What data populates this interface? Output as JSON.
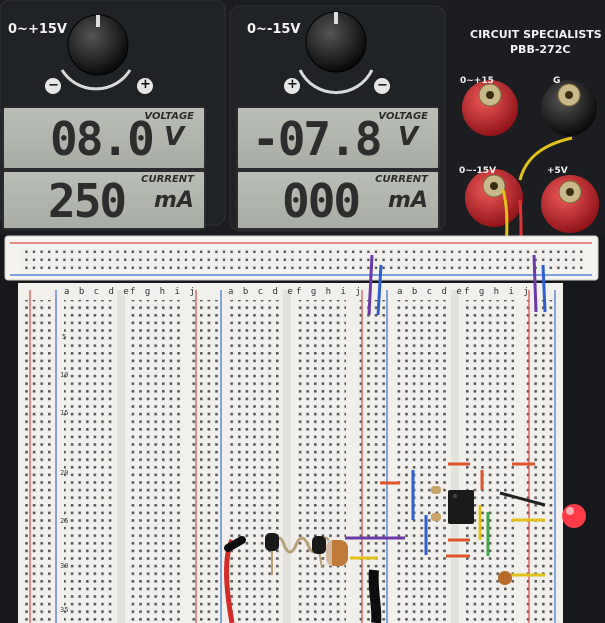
{
  "supply_left": {
    "range_label": "0~+15V",
    "voltage_reading": "08.0",
    "voltage_unit": "V",
    "voltage_tag": "VOLTAGE",
    "current_reading": "250",
    "current_unit": "mA",
    "current_tag": "CURRENT"
  },
  "supply_right": {
    "range_label": "0~-15V",
    "voltage_reading": "-07.8",
    "voltage_unit": "V",
    "voltage_tag": "VOLTAGE",
    "current_reading": "000",
    "current_unit": "mA",
    "current_tag": "CURRENT"
  },
  "brand": {
    "name": "CIRCUIT SPECIALISTS",
    "model": "PBB-272C"
  },
  "terminals": {
    "top_left_label": "0~+15",
    "top_right_label": "G",
    "bottom_left_label": "0~-15V",
    "bottom_right_label": "+5V"
  },
  "knob_signs": {
    "minus": "−",
    "plus": "+"
  },
  "breadboard": {
    "columns_left": "a b c d e",
    "columns_right": "f g h i j",
    "row_numbers": [
      "5",
      "10",
      "15",
      "20",
      "25",
      "30",
      "35"
    ]
  },
  "colors": {
    "panel": "#16181b",
    "lcd": "#b0b6ad",
    "terminal_red": "#c81d25",
    "terminal_black": "#111111",
    "board": "#f1f0ec",
    "rail_red": "#d94a4a",
    "rail_blue": "#3c6fd1",
    "led": "#ff3b4a"
  }
}
